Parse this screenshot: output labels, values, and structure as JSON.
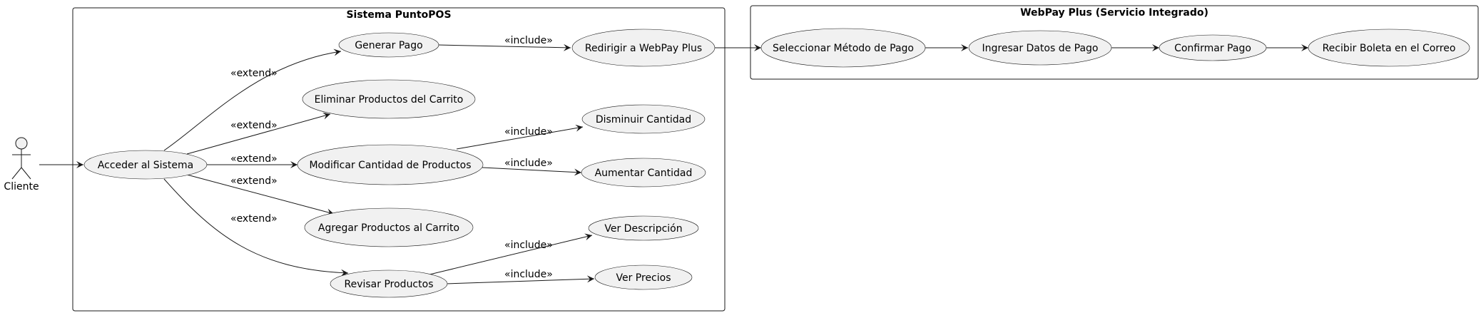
{
  "actor": {
    "label": "Cliente"
  },
  "packages": {
    "puntopos": {
      "title": "Sistema PuntoPOS"
    },
    "webpay": {
      "title": "WebPay Plus (Servicio Integrado)"
    }
  },
  "use_cases": {
    "acceder": "Acceder al Sistema",
    "generar_pago": "Generar Pago",
    "eliminar": "Eliminar Productos del Carrito",
    "modificar": "Modificar Cantidad de Productos",
    "agregar": "Agregar Productos al Carrito",
    "revisar": "Revisar Productos",
    "redirigir": "Redirigir a WebPay Plus",
    "disminuir": "Disminuir Cantidad",
    "aumentar": "Aumentar Cantidad",
    "ver_descripcion": "Ver Descripción",
    "ver_precios": "Ver Precios",
    "seleccionar": "Seleccionar Método de Pago",
    "ingresar": "Ingresar Datos de Pago",
    "confirmar": "Confirmar Pago",
    "recibir": "Recibir Boleta en el Correo"
  },
  "stereotypes": {
    "extend": "«extend»",
    "include": "«include»"
  }
}
